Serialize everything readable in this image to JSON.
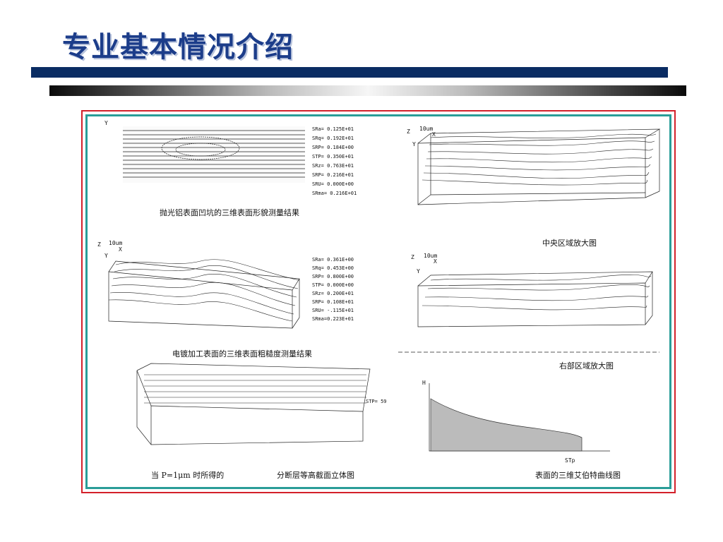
{
  "slide": {
    "title": "专业基本情况介绍"
  },
  "panels": {
    "p1": {
      "caption": "抛光铝表面凹坑的三维表面形貌测量结果",
      "axis_y": "Y",
      "params": [
        "SRa= 0.125E+01",
        "SRq= 0.192E+01",
        "SRP= 0.184E+00",
        "STP= 0.350E+01",
        "SRz= 0.763E+01",
        "SRP= 0.216E+01",
        "SRU= 0.000E+00",
        "SRma= 0.216E+01"
      ]
    },
    "p2": {
      "caption": "中央区域放大图",
      "axis_z": "Z",
      "axis_scale": "10um",
      "axis_x": "X",
      "axis_y": "Y"
    },
    "p3": {
      "caption": "电镀加工表面的三维表面粗糙度测量结果",
      "axis_z": "Z",
      "axis_scale": "10um",
      "axis_x": "X",
      "axis_y": "Y",
      "params": [
        "SRa= 0.361E+00",
        "SRq= 0.453E+00",
        "SRP= 0.800E+00",
        "STP= 0.000E+00",
        "SRz= 0.200E+01",
        "SRP= 0.108E+01",
        "SRU= -.115E+01",
        "SRma=0.223E+01"
      ]
    },
    "p4": {
      "caption": "右部区域放大图",
      "axis_z": "Z",
      "axis_scale": "10um",
      "axis_x": "X",
      "axis_y": "Y"
    },
    "p5": {
      "caption_left": "当 P=1μm 时所得的",
      "caption_right": "分断层等高截面立体图",
      "stp_label": "STP= 59"
    },
    "p6": {
      "caption": "表面的三维艾伯特曲线图",
      "axis_h": "H",
      "axis_x": "STp"
    }
  }
}
